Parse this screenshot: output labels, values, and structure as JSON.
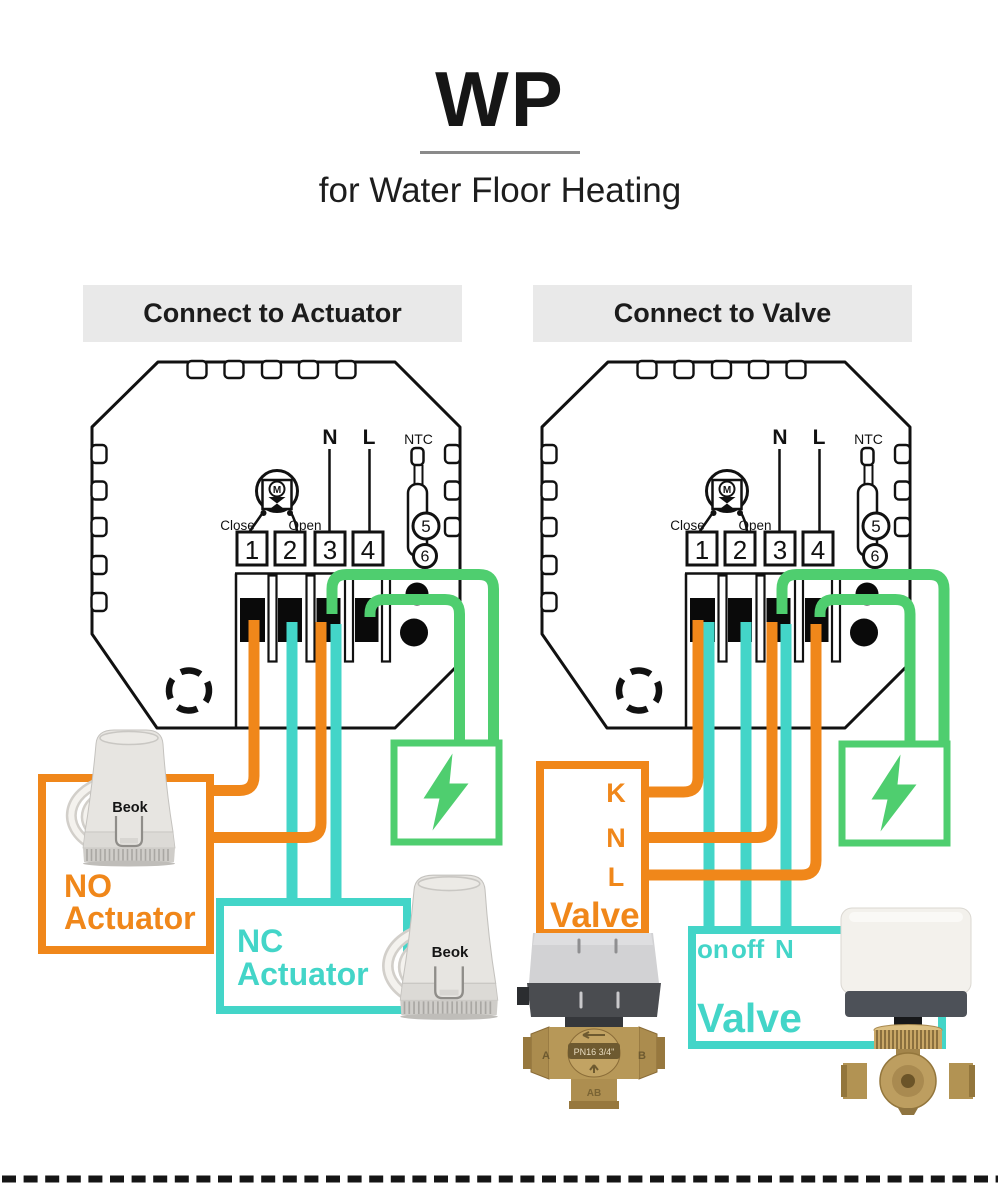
{
  "title": {
    "brand": "WP",
    "subtitle": "for Water Floor Heating"
  },
  "panels": {
    "left": {
      "header": "Connect to Actuator"
    },
    "right": {
      "header": "Connect to Valve"
    }
  },
  "thermostat": {
    "close": "Close",
    "open": "Open",
    "motor": "M",
    "n": "N",
    "l": "L",
    "ntc": "NTC",
    "t1": "1",
    "t2": "2",
    "t3": "3",
    "t4": "4",
    "t5": "5",
    "t6": "6"
  },
  "actuators": {
    "no_line1": "NO",
    "no_line2": "Actuator",
    "nc_line1": "NC",
    "nc_line2": "Actuator",
    "brand": "Beok"
  },
  "valves": {
    "k": "K",
    "n": "N",
    "l": "L",
    "label_left": "Valve",
    "on": "on",
    "off": "off",
    "n2": "N",
    "label_right": "Valve"
  },
  "valve_body": {
    "pn": "PN16 3/4\"",
    "a": "A",
    "b": "B",
    "ab": "AB"
  },
  "colors": {
    "orange": "#F0871A",
    "cyan": "#43D5C8",
    "green": "#4FCE6F",
    "header_bg": "#E9E9E9",
    "ink": "#111111"
  }
}
